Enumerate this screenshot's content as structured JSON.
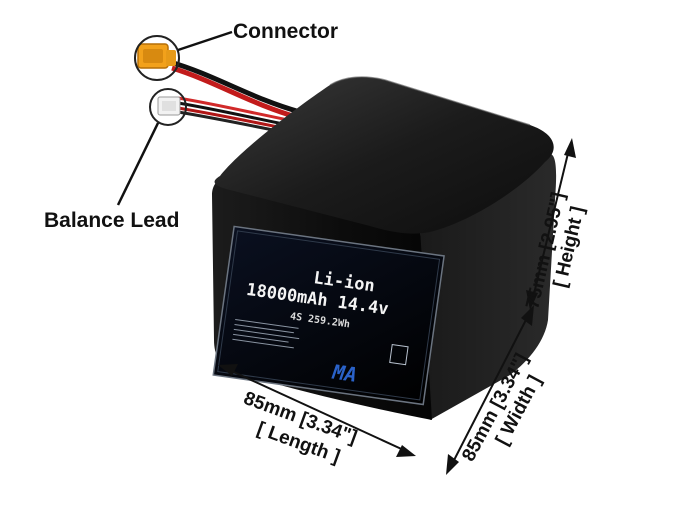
{
  "callouts": {
    "connector": "Connector",
    "balance_lead": "Balance Lead"
  },
  "battery_label": {
    "chemistry": "Li-ion",
    "capacity_voltage": "18000mAh 14.4v",
    "config_energy": "4S 259.2Wh",
    "logo": "MA"
  },
  "dimensions": {
    "height_mm": "75mm [2.95\"]",
    "height_label": "[ Height ]",
    "width_mm": "85mm [3.34\"]",
    "width_label": "[ Width ]",
    "length_mm": "85mm [3.34\"]",
    "length_label": "[ Length ]"
  },
  "colors": {
    "body": "#0b0b0b",
    "connector": "#f2a11b",
    "label_blue": "#2a62c9"
  }
}
